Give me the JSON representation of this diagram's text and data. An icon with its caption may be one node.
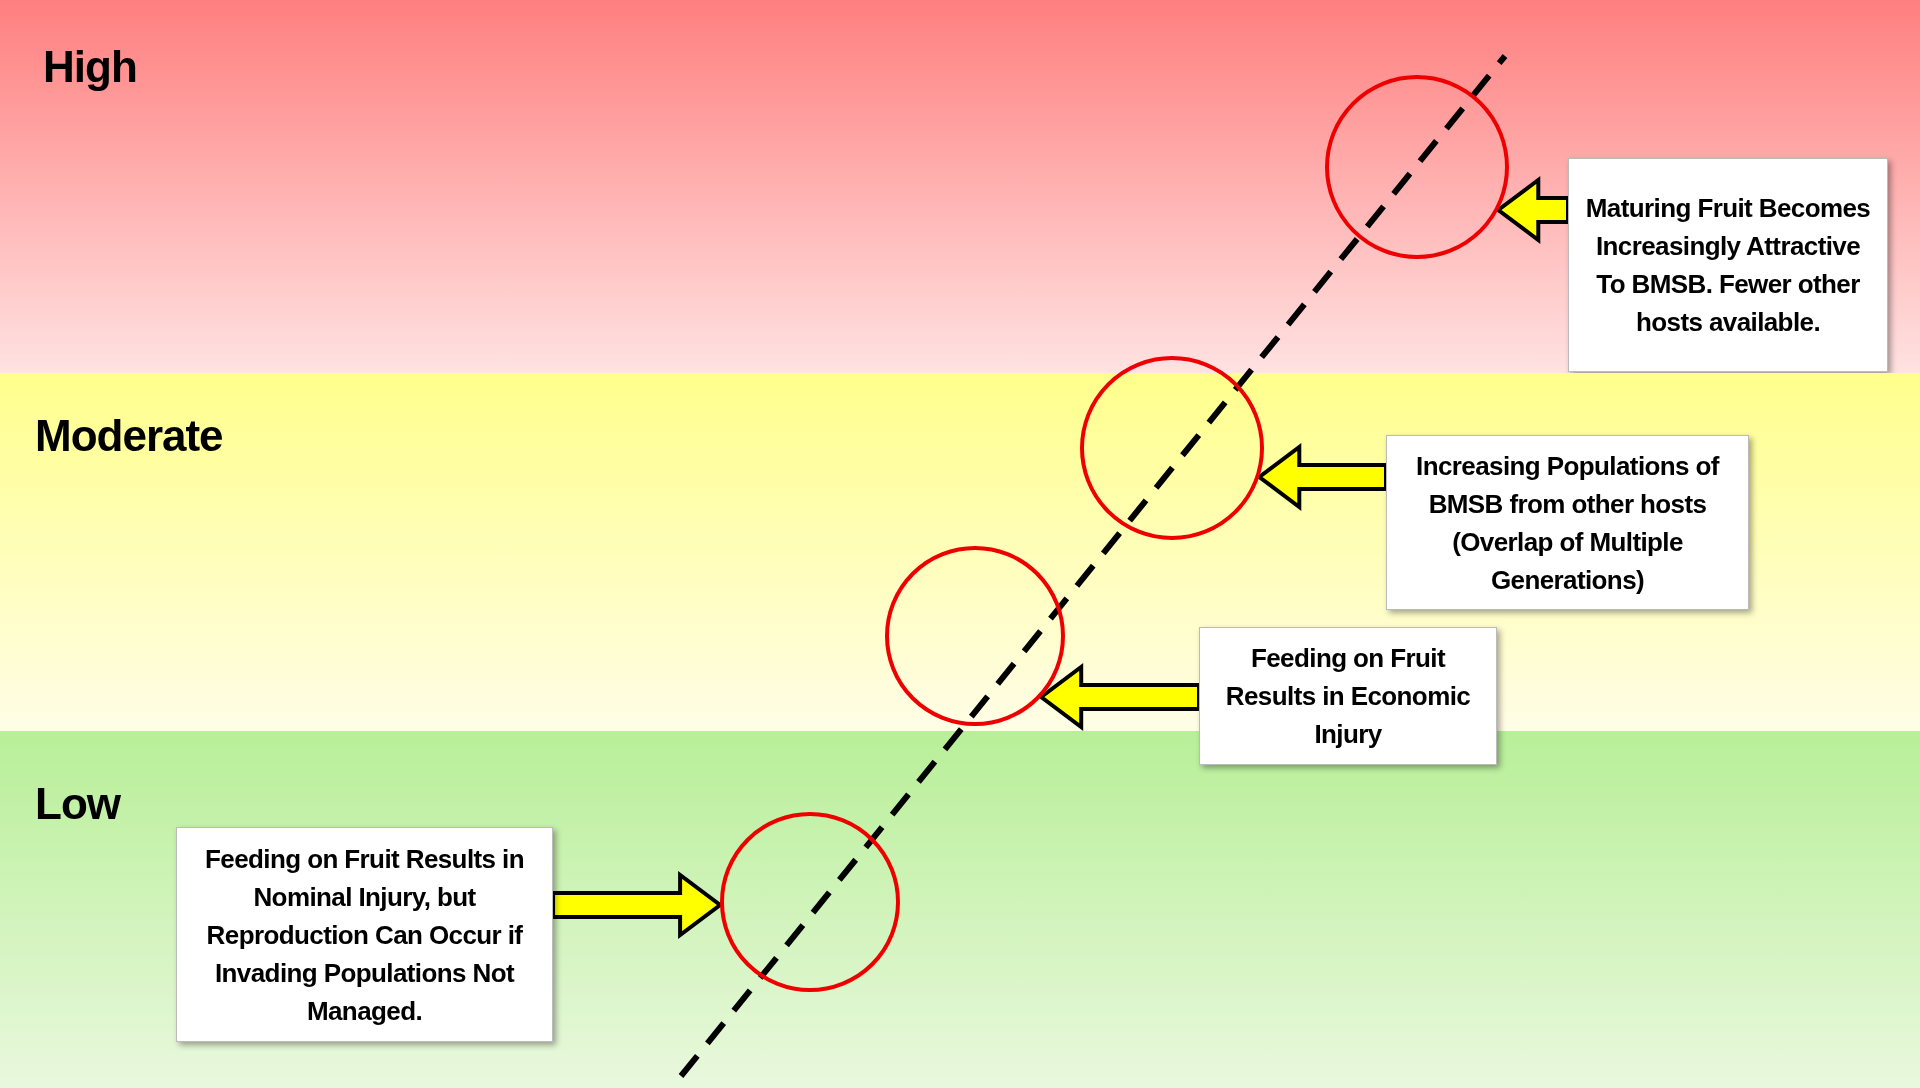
{
  "diagram": {
    "nodes": [
      {
        "text": [
          "High"
        ]
      },
      {
        "text": [],
        "shape": "circle",
        "in": 0
      },
      {
        "text": [
          "Maturing Fruit Becomes Increasingly Attractive To BMSB. Fewer other hosts available."
        ],
        "in": 0
      },
      {
        "text": [
          "Moderate"
        ]
      },
      {
        "text": [],
        "shape": "circle"
      },
      {
        "text": [
          "Increasing Populations of BMSB from other hosts (Overlap of Multiple Generations)"
        ],
        "in": 3
      },
      {
        "text": [],
        "shape": "circle",
        "in": 3
      },
      {
        "text": [
          "Feeding on Fruit Results in Economic Injury"
        ]
      },
      {
        "text": [
          "Low"
        ]
      },
      {
        "text": [
          "Feeding on Fruit Results in Nominal Injury, but Reproduction Can Occur if Invading Populations Not Managed."
        ],
        "in": 8
      },
      {
        "text": [],
        "shape": "circle",
        "in": 8
      }
    ],
    "edges": [
      {
        "from": 2,
        "to": 1,
        "arrow": "to"
      },
      {
        "from": 5,
        "to": 4,
        "arrow": "to"
      },
      {
        "from": 7,
        "to": 6,
        "arrow": "to"
      },
      {
        "from": 9,
        "to": 10,
        "arrow": "to"
      }
    ]
  }
}
